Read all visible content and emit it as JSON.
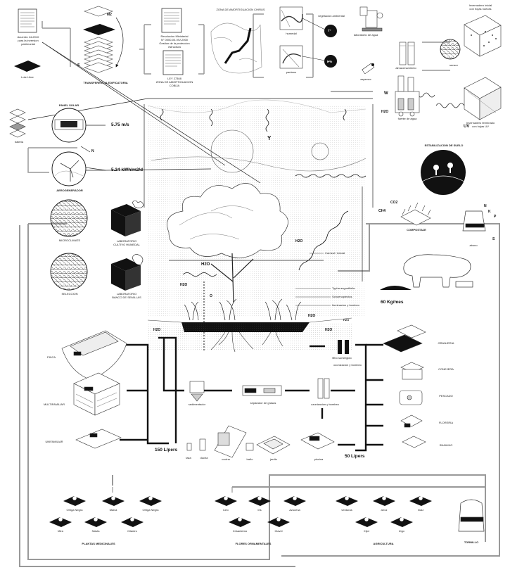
{
  "top": {
    "decree": "Acuerdo 14-2010\npara la inversion patrimonial",
    "lot": "Lote Libre",
    "m2": "M2",
    "s": "S",
    "transfer": "TRANSFERENCIA EDIFICATORIA",
    "resolution": "Resolucion Ministerial\nN° 0000-00-VIV-2000\nGestion de la proteccion\nestructura",
    "law": "LEY 27308\nZONA DE AMORTIGUACION\nCOBIJA",
    "zone_title": "ZONA DE AMORTIGUACION CHIRUS",
    "wetland": "humedal",
    "pond": "pantano",
    "veg": "vegetacion ambiental",
    "t": "T°",
    "rh": "H%",
    "water_filter": "laboratorio de agua",
    "sensor": "sensor",
    "aspersor": "aspersor",
    "storage": "almacenamiento",
    "leaves_box": "Invernadero inicial\ncon hojas nuevas",
    "leaves_box2": "Invernadero terminado\ncon hojas UV",
    "w": "W",
    "uv": "UV",
    "h2o_top": "H2O",
    "water_source": "fuente de agua"
  },
  "energy": {
    "solar": "PANEL SOLAR",
    "battery": "bateria",
    "wind_speed": "5.75 m/s",
    "n": "N",
    "irradiance": "5.24 kWh/m2/d",
    "wind_gen": "AEROGENERADOR"
  },
  "materials": {
    "item1": "MICROCLIMATE",
    "item2": "LABORATORIO\nCULTIVO HUMEDAL",
    "item3": "SELECCION",
    "item4": "LABORATORIO\nBANCO DE SEMILLAS"
  },
  "center": {
    "h2o_a": "H2O",
    "h2o_b": "H2O",
    "h2o_c": "H2O",
    "h2o_d": "H2O",
    "h2o_e": "H2O",
    "h2o_f": "H2O",
    "h2o_g": "H2O",
    "o": "O",
    "y": "Y",
    "carrizal": "Carrizal / totoral",
    "typha": "Typha angustifolia",
    "schoeno": "Schoenoplectus",
    "ilu": "Iluminacion y bombeo",
    "filtro": "filtro sumergido"
  },
  "soil": {
    "title": "ESTABILIZACION DE SUELO",
    "co2": "CO2",
    "ch4": "CH4",
    "n": "N",
    "k": "K",
    "p": "P",
    "s": "S",
    "compost": "COMPOSTAJE",
    "bag": "abono",
    "kg": "60 Kg/mes"
  },
  "process": {
    "sedimentation": "sedimentador",
    "grease": "separador de grasas",
    "ozono": "ozonizacion y bombeo",
    "ozono2": "ozonizacion y bombeo",
    "flow_left": "150 L/pers",
    "flow_right": "50 L/pers",
    "taza": "taza",
    "ducha": "ducha",
    "cocina": "cocina",
    "bano": "baño",
    "jardin": "jardin",
    "piscina": "piscina"
  },
  "housing": {
    "finca": "FINCA",
    "multi": "MULTIFAMILIAR",
    "unifam": "UNIFAMILIAR"
  },
  "farm": {
    "granja": "GRANJERIA",
    "conej": "CONEJERA",
    "pesc": "PESCADO",
    "flor": "FLORERIA",
    "snail": "SNAILING"
  },
  "plants": {
    "medic_title": "PLANTAS MEDICINALES",
    "orn_title": "FLORES ORNAMENTALES",
    "agri_title": "AGRICULTURA",
    "bag_title": "TORNILLO",
    "m1": "Ortiga Negra",
    "m2": "Malva",
    "m3": "Ortiga Negra",
    "m4": "Mira",
    "m5": "Salvia",
    "m6": "Cilantro",
    "o1": "Lirio",
    "o2": "Iris",
    "o3": "Azucena",
    "o4": "Crisantemo",
    "o5": "Clavel",
    "a1": "verduras",
    "a2": "arroz",
    "a3": "maiz",
    "a4": "frijol",
    "a5": "trigo"
  }
}
